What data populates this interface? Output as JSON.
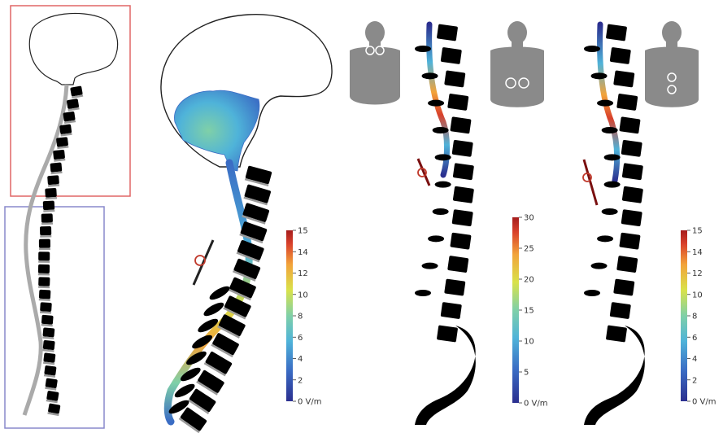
{
  "colorbars": [
    {
      "ticks": [
        "15",
        "14",
        "12",
        "10",
        "8",
        "6",
        "4",
        "2",
        "0 V/m"
      ]
    },
    {
      "ticks": [
        "30",
        "25",
        "20",
        "15",
        "10",
        "5",
        "0 V/m"
      ]
    },
    {
      "ticks": [
        "15",
        "14",
        "12",
        "10",
        "8",
        "6",
        "4",
        "2",
        "0 V/m"
      ]
    }
  ],
  "colors": {
    "overview_box_upper": "#e06666",
    "overview_box_lower": "#8888cc",
    "coil": "#c0392b",
    "bone": "#000000",
    "cord": "#aaaaaa",
    "colormap": [
      "#2b2f8f",
      "#3a6cc4",
      "#4fb3d9",
      "#7fd0a8",
      "#d9e24a",
      "#f2a33a",
      "#d9412b",
      "#a51c1c"
    ]
  },
  "icons": [
    "spine-overview-icon",
    "brain-outline-icon",
    "torso-coil-neck-icon",
    "torso-coil-lumbar-icon",
    "torso-coil-thoracic-icon",
    "stimulation-coil-icon"
  ]
}
